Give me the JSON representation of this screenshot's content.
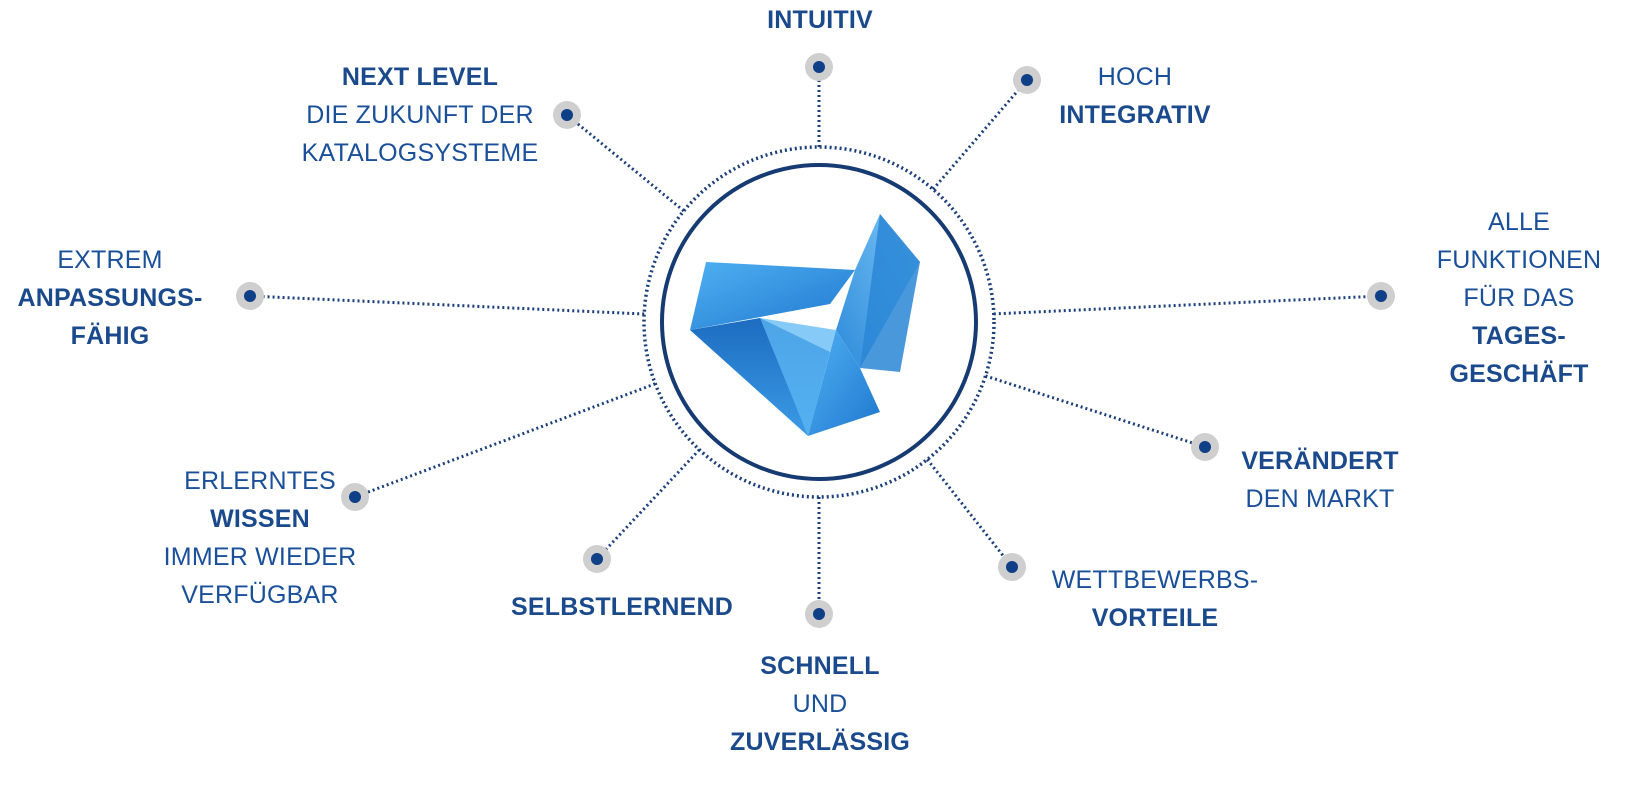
{
  "features": [
    {
      "id": "intuitiv",
      "lines": [
        {
          "text": "INTUITIV",
          "bold": true
        }
      ]
    },
    {
      "id": "hoch-integrativ",
      "lines": [
        {
          "text": "HOCH",
          "bold": false
        },
        {
          "text": "INTEGRATIV",
          "bold": true
        }
      ]
    },
    {
      "id": "alle-funktionen",
      "lines": [
        {
          "text": "ALLE",
          "bold": false
        },
        {
          "text": "FUNKTIONEN",
          "bold": false
        },
        {
          "text": "FÜR DAS",
          "bold": false
        },
        {
          "text": "TAGES-",
          "bold": true
        },
        {
          "text": "GESCHÄFT",
          "bold": true
        }
      ]
    },
    {
      "id": "veraendert-markt",
      "lines": [
        {
          "text": "VERÄNDERT",
          "bold": true
        },
        {
          "text": "DEN MARKT",
          "bold": false
        }
      ]
    },
    {
      "id": "wettbewerbsvorteile",
      "lines": [
        {
          "text": "WETTBEWERBS-",
          "bold": false
        },
        {
          "text": "VORTEILE",
          "bold": true
        }
      ]
    },
    {
      "id": "schnell-zuverlaessig",
      "lines": [
        {
          "text": "SCHNELL",
          "bold": true
        },
        {
          "text": "UND",
          "bold": false
        },
        {
          "text": "ZUVERLÄSSIG",
          "bold": true
        }
      ]
    },
    {
      "id": "selbstlernend",
      "lines": [
        {
          "text": "SELBSTLERNEND",
          "bold": true
        }
      ]
    },
    {
      "id": "erlerntes-wissen",
      "lines": [
        {
          "text": "ERLERNTES",
          "bold": false
        },
        {
          "text": "WISSEN",
          "bold": true
        },
        {
          "text": "IMMER WIEDER",
          "bold": false
        },
        {
          "text": "VERFÜGBAR",
          "bold": false
        }
      ]
    },
    {
      "id": "extrem-anpassungsfaehig",
      "lines": [
        {
          "text": "EXTREM",
          "bold": false
        },
        {
          "text": "ANPASSUNGS-",
          "bold": true
        },
        {
          "text": "FÄHIG",
          "bold": true
        }
      ]
    },
    {
      "id": "next-level",
      "lines": [
        {
          "text": "NEXT LEVEL",
          "bold": true
        },
        {
          "text": "DIE ZUKUNFT DER",
          "bold": false
        },
        {
          "text": "KATALOGSYSTEME",
          "bold": false
        }
      ]
    }
  ],
  "colors": {
    "primary_text": "#1a4f9a",
    "dot": "#0f3f86",
    "dot_halo": "#cfcfcf",
    "logo_blue": "#2f8fdc"
  },
  "center_icon": "folded-ribbon-triangle-logo"
}
